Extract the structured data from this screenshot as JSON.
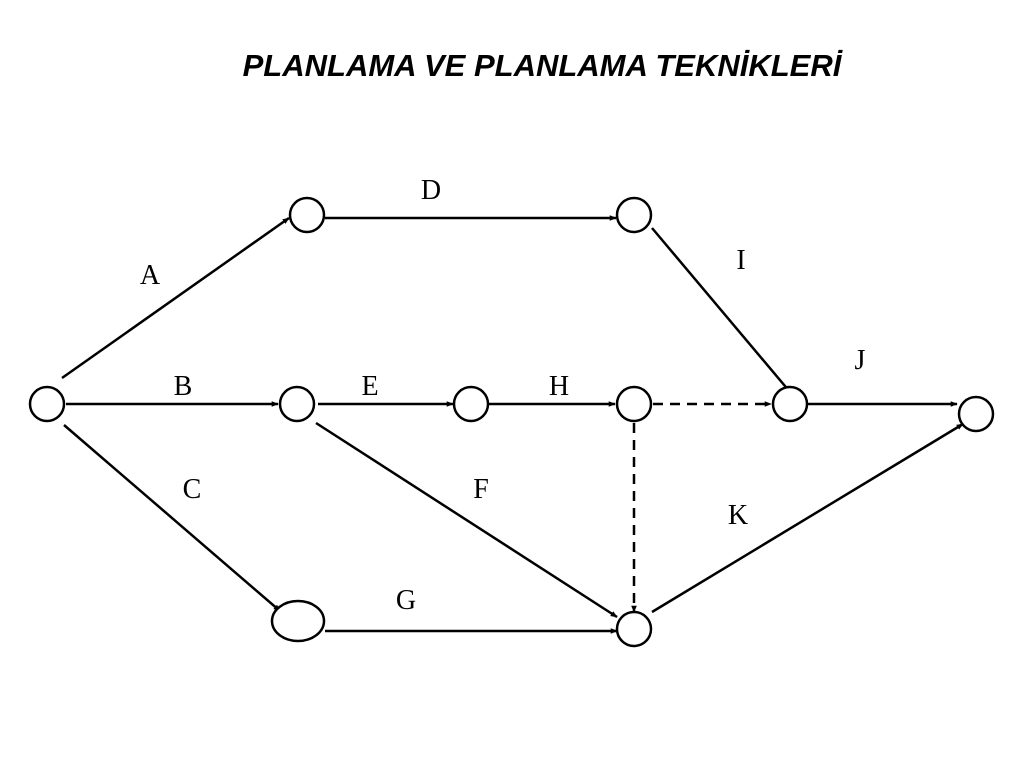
{
  "title": "PLANLAMA VE PLANLAMA TEKNİKLERİ",
  "activities": {
    "a": "A",
    "b": "B",
    "c": "C",
    "d": "D",
    "e": "E",
    "f": "F",
    "g": "G",
    "h": "H",
    "i": "I",
    "j": "J",
    "k": "K"
  },
  "style": {
    "stroke_color": "#000000",
    "background": "#ffffff"
  }
}
